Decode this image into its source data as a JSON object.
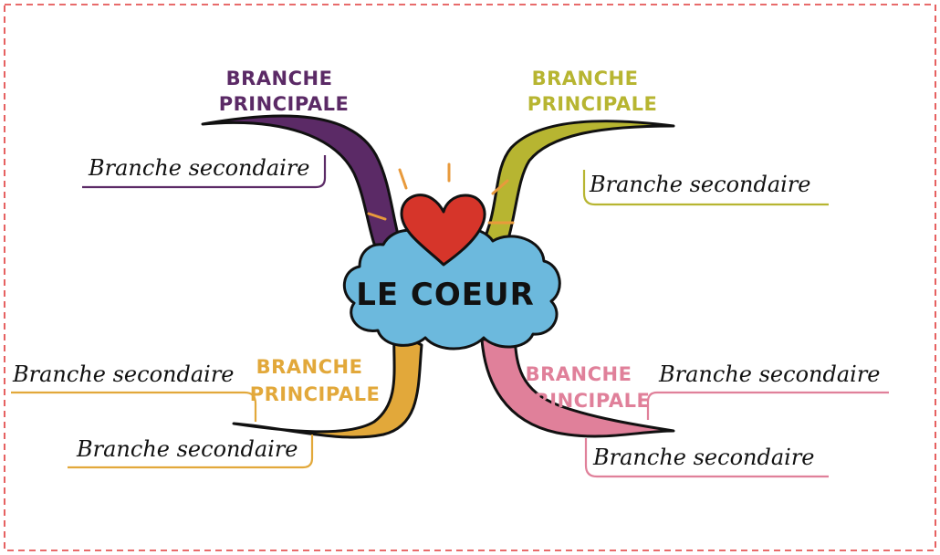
{
  "center": {
    "label": "LE COEUR"
  },
  "branches": {
    "top_left": {
      "line1": "BRANCHE",
      "line2": "PRINCIPALE",
      "color": "#5b2a66",
      "secondary": [
        "Branche secondaire"
      ]
    },
    "top_right": {
      "line1": "BRANCHE",
      "line2": "PRINCIPALE",
      "color": "#b7b531",
      "secondary": [
        "Branche secondaire"
      ]
    },
    "bottom_left": {
      "line1": "BRANCHE",
      "line2": "PRINCIPALE",
      "color": "#e2a83a",
      "secondary": [
        "Branche secondaire",
        "Branche secondaire"
      ]
    },
    "bottom_right": {
      "line1": "BRANCHE",
      "line2": "PRINCIPALE",
      "color": "#e0809a",
      "secondary": [
        "Branche secondaire",
        "Branche secondaire"
      ]
    }
  },
  "colors": {
    "cloud": "#6cb9dd",
    "heart": "#d6352a",
    "rays": "#e89a3c",
    "border": "#e03a3a"
  }
}
